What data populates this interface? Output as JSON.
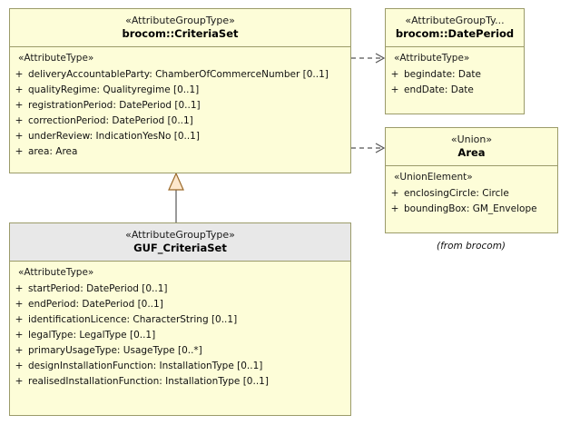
{
  "diagram": {
    "type": "uml-class-diagram",
    "background": "#ffffff",
    "class_fill": "#fdfdd8",
    "class_border": "#9b9b6a",
    "header_grey_fill": "#e8e8e8",
    "generalization_arrow_fill": "#fde7cc"
  },
  "classes": [
    {
      "id": "criteriaset",
      "stereotype": "«AttributeGroupType»",
      "name": "brocom::CriteriaSet",
      "section_stereotype": "«AttributeType»",
      "attributes": [
        {
          "visibility": "+",
          "text": "deliveryAccountableParty: ChamberOfCommerceNumber [0..1]"
        },
        {
          "visibility": "+",
          "text": "qualityRegime: Qualityregime [0..1]"
        },
        {
          "visibility": "+",
          "text": "registrationPeriod: DatePeriod [0..1]"
        },
        {
          "visibility": "+",
          "text": "correctionPeriod: DatePeriod [0..1]"
        },
        {
          "visibility": "+",
          "text": "underReview: IndicationYesNo [0..1]"
        },
        {
          "visibility": "+",
          "text": "area: Area"
        }
      ]
    },
    {
      "id": "dateperiod",
      "stereotype": "«AttributeGroupTy...",
      "name": "brocom::DatePeriod",
      "section_stereotype": "«AttributeType»",
      "attributes": [
        {
          "visibility": "+",
          "text": "begindate: Date"
        },
        {
          "visibility": "+",
          "text": "endDate: Date"
        }
      ]
    },
    {
      "id": "area",
      "stereotype": "«Union»",
      "name": "Area",
      "section_stereotype": "«UnionElement»",
      "attributes": [
        {
          "visibility": "+",
          "text": "enclosingCircle: Circle"
        },
        {
          "visibility": "+",
          "text": "boundingBox: GM_Envelope"
        }
      ]
    },
    {
      "id": "guf_criteriaset",
      "stereotype": "«AttributeGroupType»",
      "name": "GUF_CriteriaSet",
      "section_stereotype": "«AttributeType»",
      "attributes": [
        {
          "visibility": "+",
          "text": "startPeriod: DatePeriod [0..1]"
        },
        {
          "visibility": "+",
          "text": "endPeriod: DatePeriod [0..1]"
        },
        {
          "visibility": "+",
          "text": "identificationLicence: CharacterString [0..1]"
        },
        {
          "visibility": "+",
          "text": "legalType: LegalType [0..1]"
        },
        {
          "visibility": "+",
          "text": "primaryUsageType: UsageType [0..*]"
        },
        {
          "visibility": "+",
          "text": "designInstallationFunction: InstallationType [0..1]"
        },
        {
          "visibility": "+",
          "text": "realisedInstallationFunction: InstallationType [0..1]"
        }
      ]
    }
  ],
  "notes": [
    {
      "id": "from-brocom",
      "text": "(from brocom)"
    }
  ],
  "connectors": [
    {
      "id": "criteriaset-to-dateperiod",
      "kind": "dependency-dashed-open-arrow"
    },
    {
      "id": "criteriaset-to-area",
      "kind": "dependency-dashed-open-arrow"
    },
    {
      "id": "guf-to-criteriaset",
      "kind": "generalization-hollow-triangle"
    }
  ]
}
